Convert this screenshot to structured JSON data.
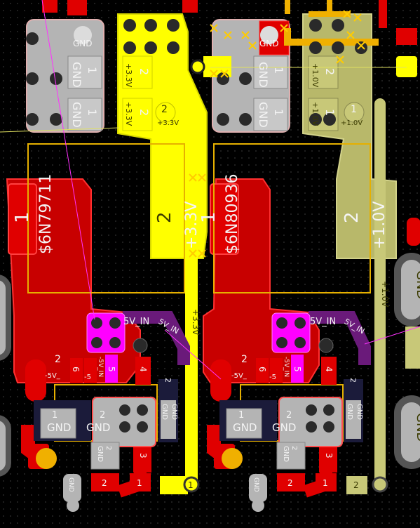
{
  "components": {
    "left_designator": "$6N79711",
    "right_designator": "$6N80936"
  },
  "nets": {
    "n3v3": "+3.3V",
    "n1v0": "+1.0V",
    "n5v_in": "5V_IN",
    "n5v_in_neg": "-5V_IN",
    "n5v_short": "-5V_",
    "n5": "-5",
    "gnd": "GND",
    "n1v0_short": "+1.0V",
    "n1v0_small": "+1.0V"
  },
  "pins": {
    "p1": "1",
    "p2": "2",
    "p3": "3",
    "p4": "4",
    "p5": "5",
    "p6": "6"
  },
  "colors": {
    "copper_red": "#e00000",
    "copper_yellow": "#ffff00",
    "copper_olive": "#c8c878",
    "pad_gray": "#b4b4b4",
    "via_magenta": "#ff00ff",
    "silk_outline": "#e6b000",
    "net_purple": "#6a1a7a"
  }
}
